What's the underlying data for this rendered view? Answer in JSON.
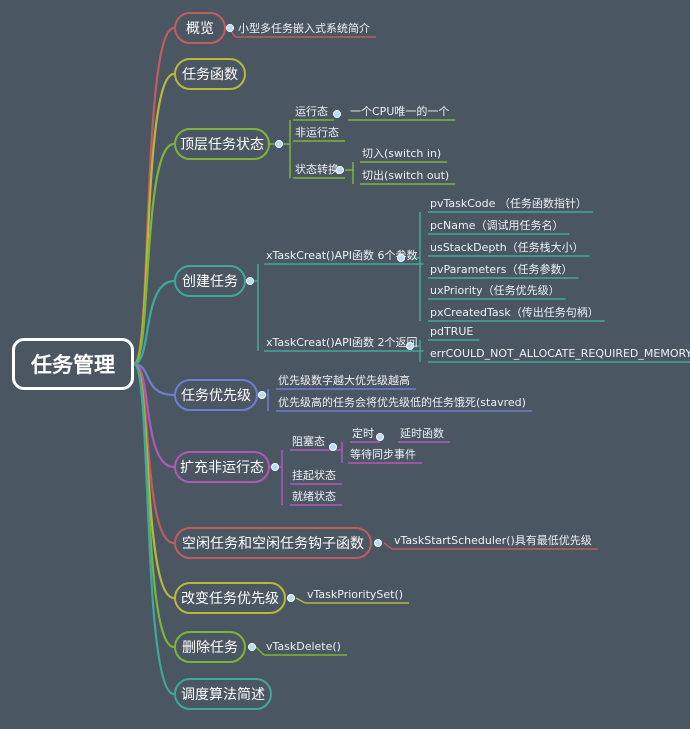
{
  "root": {
    "label": "任务管理"
  },
  "branches": [
    {
      "id": "overview",
      "label": "概览",
      "color": "#c05d5d",
      "children": [
        {
          "id": "ov-1",
          "label": "小型多任务嵌入式系统简介"
        }
      ]
    },
    {
      "id": "task-func",
      "label": "任务函数",
      "color": "#b8b93c",
      "children": []
    },
    {
      "id": "top-state",
      "label": "顶层任务状态",
      "color": "#7fb43a",
      "children": [
        {
          "id": "ts-run",
          "label": "运行态",
          "children": [
            {
              "id": "ts-run-1",
              "label": "一个CPU唯一的一个"
            }
          ]
        },
        {
          "id": "ts-nonrun",
          "label": "非运行态",
          "children": []
        },
        {
          "id": "ts-switch",
          "label": "状态转换",
          "children": [
            {
              "id": "ts-sw-in",
              "label": "切入(switch in)"
            },
            {
              "id": "ts-sw-out",
              "label": "切出(switch out)"
            }
          ]
        }
      ]
    },
    {
      "id": "create",
      "label": "创建任务",
      "color": "#3fa89a",
      "children": [
        {
          "id": "cr-params",
          "label": "xTaskCreat()API函数 6个参数",
          "children": [
            {
              "id": "cr-p1",
              "label": "pvTaskCode （任务函数指针）"
            },
            {
              "id": "cr-p2",
              "label": "pcName（调试用任务名）"
            },
            {
              "id": "cr-p3",
              "label": "usStackDepth（任务栈大小）"
            },
            {
              "id": "cr-p4",
              "label": "pvParameters（任务参数）"
            },
            {
              "id": "cr-p5",
              "label": "uxPriority（任务优先级）"
            },
            {
              "id": "cr-p6",
              "label": "pxCreatedTask（传出任务句柄）"
            }
          ]
        },
        {
          "id": "cr-returns",
          "label": "xTaskCreat()API函数 2个返回",
          "children": [
            {
              "id": "cr-r1",
              "label": "pdTRUE"
            },
            {
              "id": "cr-r2",
              "label": "errCOULD_NOT_ALLOCATE_REQUIRED_MEMORY"
            }
          ]
        }
      ]
    },
    {
      "id": "priority",
      "label": "任务优先级",
      "color": "#6f7fd0",
      "children": [
        {
          "id": "pr-1",
          "label": "优先级数字越大优先级越高"
        },
        {
          "id": "pr-2",
          "label": "优先级高的任务会将优先级低的任务饿死(stavred)"
        }
      ]
    },
    {
      "id": "ext-nonrun",
      "label": "扩充非运行态",
      "color": "#b158b8",
      "children": [
        {
          "id": "en-block",
          "label": "阻塞态",
          "children": [
            {
              "id": "en-timer",
              "label": "定时",
              "children": [
                {
                  "id": "en-delay",
                  "label": "延时函数"
                }
              ]
            },
            {
              "id": "en-sync",
              "label": "等待同步事件"
            }
          ]
        },
        {
          "id": "en-suspend",
          "label": "挂起状态"
        },
        {
          "id": "en-ready",
          "label": "就绪状态"
        }
      ]
    },
    {
      "id": "idle",
      "label": "空闲任务和空闲任务钩子函数",
      "color": "#c05d5d",
      "children": [
        {
          "id": "idle-1",
          "label": "vTaskStartScheduler()具有最低优先级"
        }
      ]
    },
    {
      "id": "change-pri",
      "label": "改变任务优先级",
      "color": "#b8b93c",
      "children": [
        {
          "id": "cp-1",
          "label": "vTaskPrioritySet()"
        }
      ]
    },
    {
      "id": "delete",
      "label": "删除任务",
      "color": "#7fb43a",
      "children": [
        {
          "id": "del-1",
          "label": "vTaskDelete()"
        }
      ]
    },
    {
      "id": "sched",
      "label": "调度算法简述",
      "color": "#3fa89a",
      "children": []
    }
  ]
}
